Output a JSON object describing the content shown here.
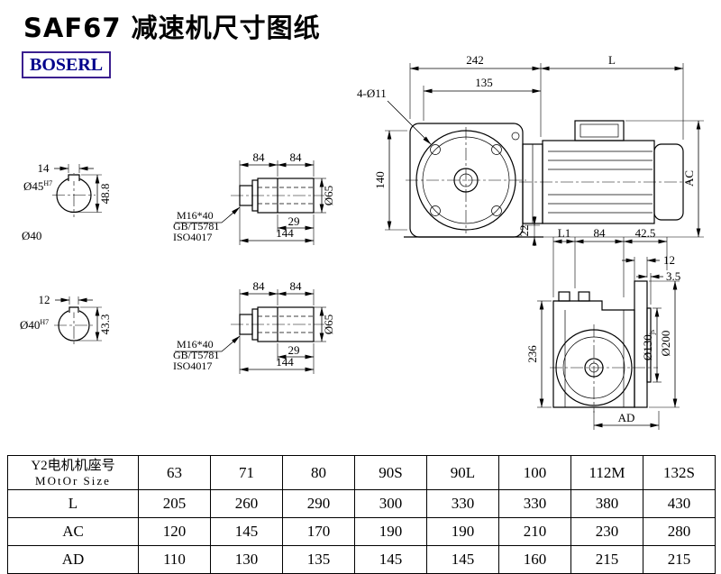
{
  "page": {
    "title": "SAF67 减速机尺寸图纸",
    "logo": "BOSERL"
  },
  "front_view": {
    "dim_width": "242",
    "dim_motor_len": "L",
    "dim_flange": "135",
    "label_holes": "4-Ø11",
    "dim_height": "140",
    "dim_foot": "22",
    "dim_motor_h": "AC"
  },
  "shaft_top": {
    "dim_key_w": "14",
    "dia": "Ø45",
    "dia_tol": "H7",
    "dim_key_h": "48.8",
    "label_dia2": "Ø40"
  },
  "shaft_bot": {
    "dim_key_w": "12",
    "dia": "Ø40",
    "dia_tol": "H7",
    "dim_key_h": "43.3"
  },
  "hollow_top": {
    "dim_seg1": "84",
    "dim_seg2": "84",
    "dim_bore": "29",
    "dim_len": "144",
    "dia": "Ø65",
    "bolt1": "M16*40",
    "bolt2": "GB/T5781",
    "bolt3": "ISO4017"
  },
  "hollow_bot": {
    "dim_seg1": "84",
    "dim_seg2": "84",
    "dim_bore": "29",
    "dim_len": "144",
    "dia": "Ø65",
    "bolt1": "M16*40",
    "bolt2": "GB/T5781",
    "bolt3": "ISO4017"
  },
  "side_view": {
    "dim_l1": "L1",
    "dim_84": "84",
    "dim_42_5": "42.5",
    "dim_12": "12",
    "dim_3_5": "3.5",
    "dim_height": "236",
    "dia_spigot": "Ø130",
    "dia_spigot_tol": "js",
    "dia_flange": "Ø200",
    "dim_ad": "AD"
  },
  "table": {
    "header": {
      "line1": "Y2电机机座号",
      "line2": "MOtOr Size"
    },
    "sizes": [
      "63",
      "71",
      "80",
      "90S",
      "90L",
      "100",
      "112M",
      "132S"
    ],
    "rows": [
      {
        "label": "L",
        "values": [
          "205",
          "260",
          "290",
          "300",
          "330",
          "330",
          "380",
          "430"
        ]
      },
      {
        "label": "AC",
        "values": [
          "120",
          "145",
          "170",
          "190",
          "190",
          "210",
          "230",
          "280"
        ]
      },
      {
        "label": "AD",
        "values": [
          "110",
          "130",
          "135",
          "145",
          "145",
          "160",
          "215",
          "215"
        ]
      }
    ]
  }
}
